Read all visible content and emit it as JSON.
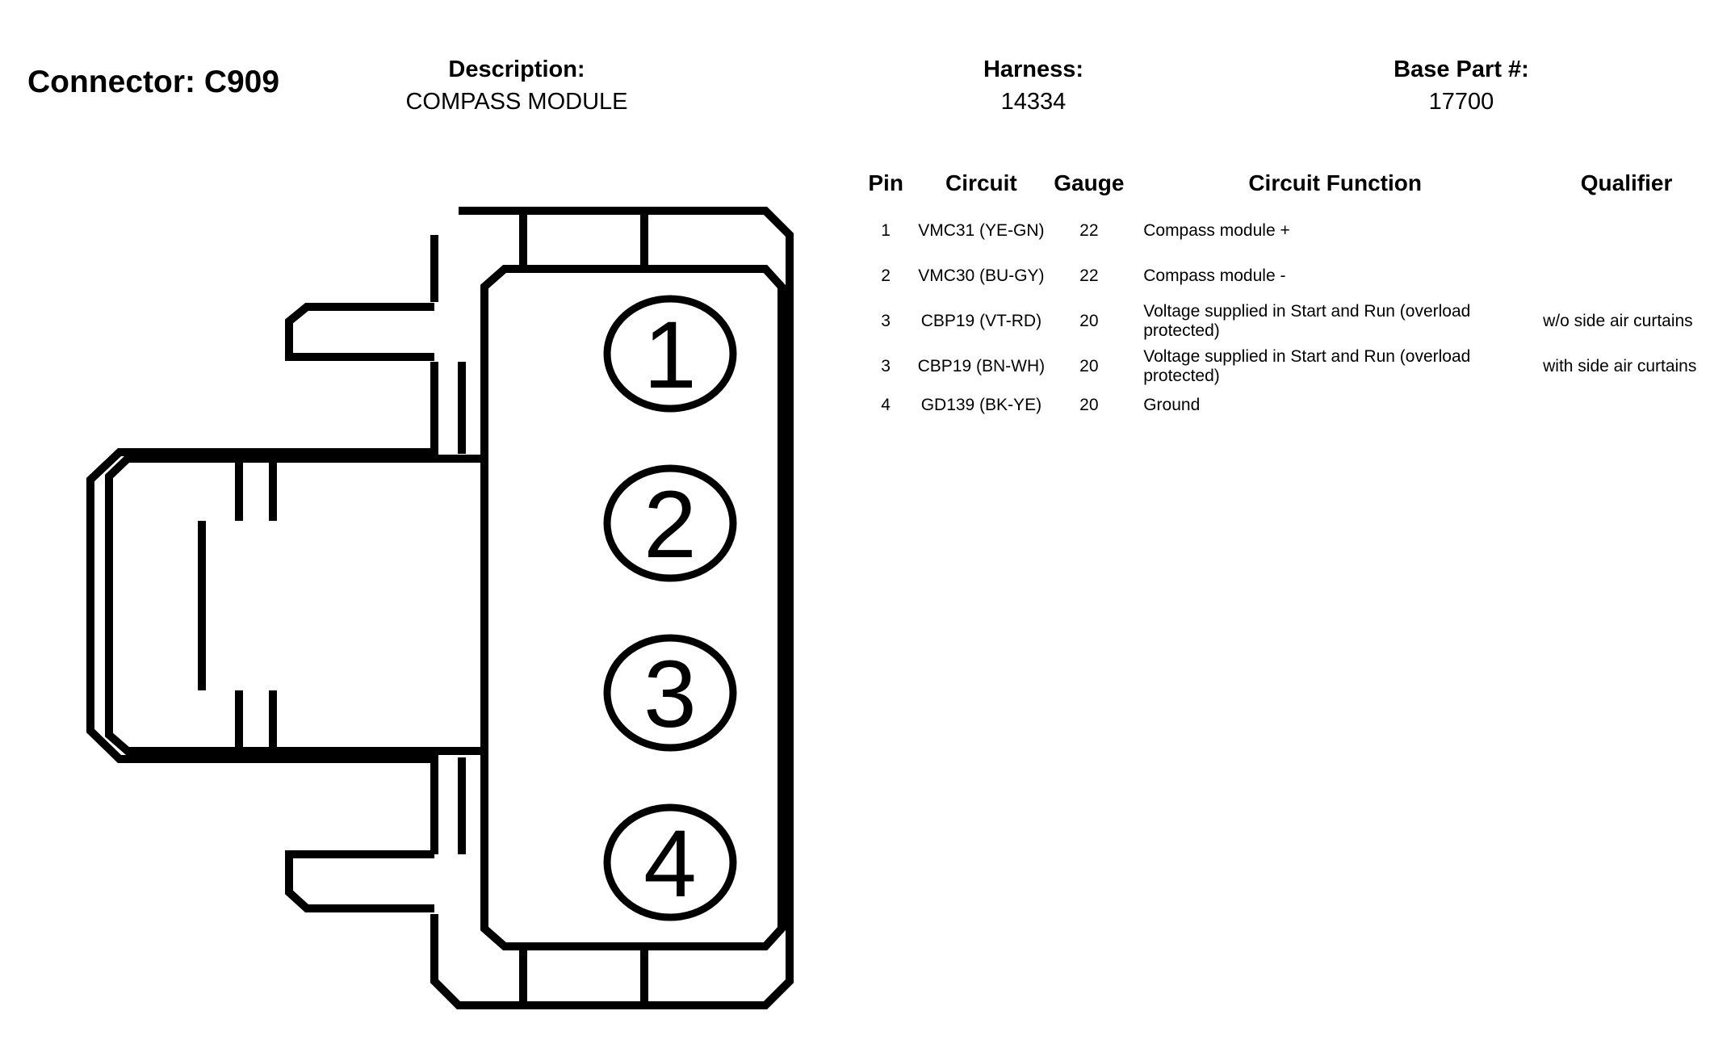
{
  "connector": {
    "title": "Connector: C909"
  },
  "description": {
    "label": "Description:",
    "value": "COMPASS MODULE"
  },
  "harness": {
    "label": "Harness:",
    "value": "14334"
  },
  "base_part": {
    "label": "Base Part #:",
    "value": "17700"
  },
  "pin_labels": [
    "1",
    "2",
    "3",
    "4"
  ],
  "table": {
    "headers": {
      "pin": "Pin",
      "circuit": "Circuit",
      "gauge": "Gauge",
      "function": "Circuit Function",
      "qualifier": "Qualifier"
    },
    "rows": [
      {
        "pin": "1",
        "circuit": "VMC31 (YE-GN)",
        "gauge": "22",
        "function": "Compass module +",
        "qualifier": ""
      },
      {
        "pin": "2",
        "circuit": "VMC30 (BU-GY)",
        "gauge": "22",
        "function": "Compass module -",
        "qualifier": ""
      },
      {
        "pin": "3",
        "circuit": "CBP19 (VT-RD)",
        "gauge": "20",
        "function": "Voltage supplied in Start and Run (overload protected)",
        "qualifier": "w/o side air curtains"
      },
      {
        "pin": "3",
        "circuit": "CBP19 (BN-WH)",
        "gauge": "20",
        "function": "Voltage supplied in Start and Run (overload protected)",
        "qualifier": "with side air curtains"
      },
      {
        "pin": "4",
        "circuit": "GD139 (BK-YE)",
        "gauge": "20",
        "function": "Ground",
        "qualifier": ""
      }
    ]
  }
}
